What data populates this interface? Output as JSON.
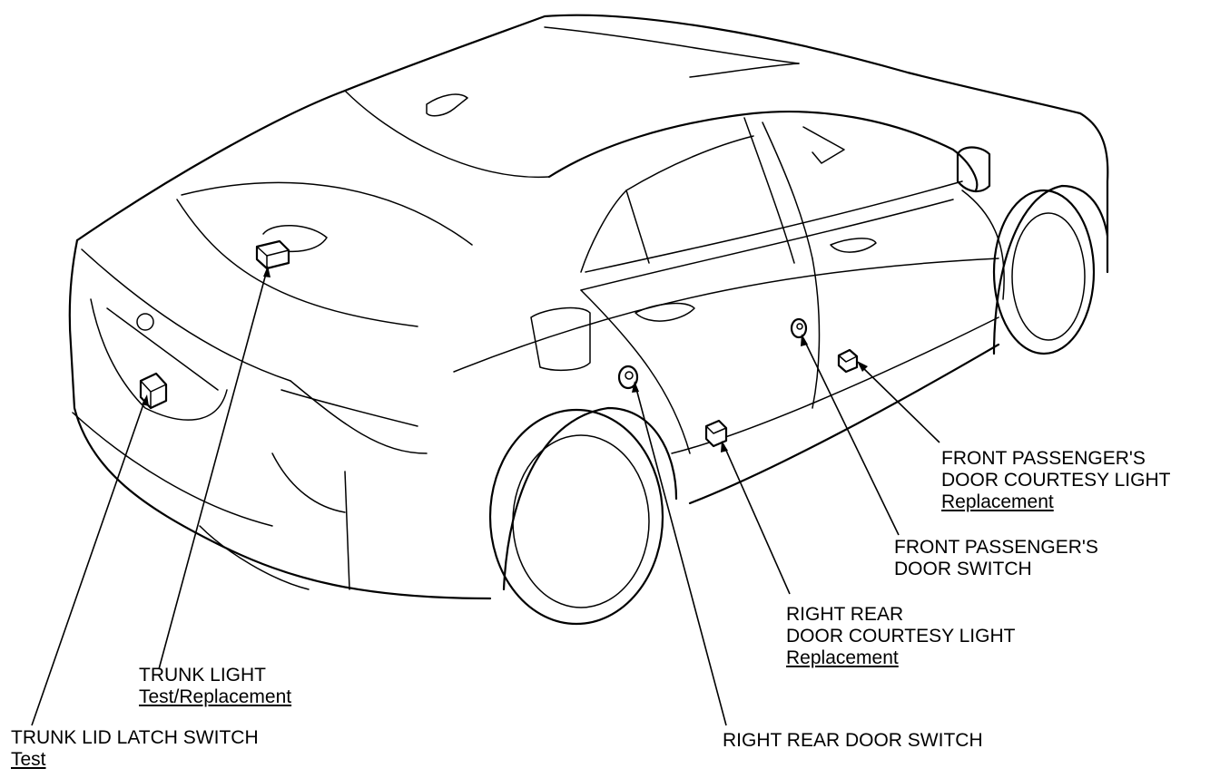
{
  "callouts": {
    "front_passenger_courtesy_light": {
      "line1": "FRONT PASSENGER'S",
      "line2": "DOOR COURTESY LIGHT",
      "link": "Replacement"
    },
    "front_passenger_door_switch": {
      "line1": "FRONT PASSENGER'S",
      "line2": "DOOR SWITCH"
    },
    "right_rear_courtesy_light": {
      "line1": "RIGHT REAR",
      "line2": "DOOR COURTESY LIGHT",
      "link": "Replacement"
    },
    "trunk_light": {
      "line1": "TRUNK LIGHT",
      "link": "Test/Replacement"
    },
    "trunk_lid_latch_switch": {
      "line1": "TRUNK LID LATCH SWITCH",
      "link": "Test"
    },
    "right_rear_door_switch": {
      "line1": "RIGHT REAR DOOR SWITCH"
    }
  }
}
